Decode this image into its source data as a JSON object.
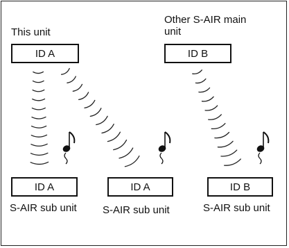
{
  "this_unit": {
    "label": "This unit",
    "id": "ID A"
  },
  "other_main": {
    "label_line1": "Other S-AIR main",
    "label_line2": "unit",
    "id": "ID B"
  },
  "sub_units": [
    {
      "id": "ID A",
      "label": "S-AIR sub unit"
    },
    {
      "id": "ID A",
      "label": "S-AIR sub unit"
    },
    {
      "id": "ID B",
      "label": "S-AIR sub unit"
    }
  ],
  "icons": {
    "sound": "music-note-icon"
  }
}
